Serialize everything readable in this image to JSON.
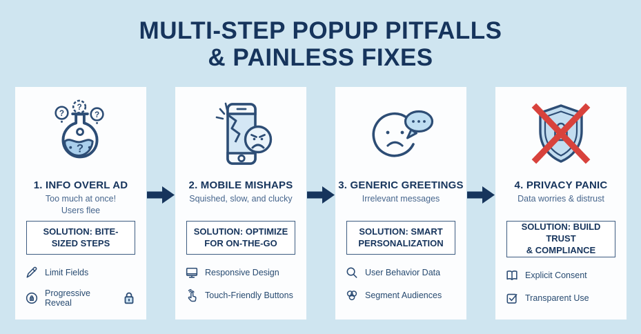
{
  "title": {
    "line1": "MULTI-STEP POPUP PITFALLS",
    "line2": "& PAINLESS FIXES"
  },
  "colors": {
    "background": "#cfe5f0",
    "card": "#fcfdfe",
    "navy": "#16345c",
    "icon_stroke": "#2d4d75",
    "icon_fill_light_blue": "#bfdef2",
    "red_x": "#d8423c"
  },
  "cards": [
    {
      "icon": "flask-questions-icon",
      "heading": "1. INFO OVERL AD",
      "subtitle": "Too much at once!\nUsers flee",
      "solution": "SOLUTION: BITE-\nSIZED STEPS",
      "items": [
        {
          "icon": "pencil-icon",
          "label": "Limit Fields"
        },
        {
          "icon": "lock-circle-icon",
          "label": "Progressive Reveal",
          "trailing_icon": "padlock-icon"
        }
      ]
    },
    {
      "icon": "cracked-phone-angry-face-icon",
      "heading": "2. MOBILE MISHAPS",
      "subtitle": "Squished, slow, and clucky",
      "solution": "SOLUTION: OPTIMIZE\nFOR ON-THE-GO",
      "items": [
        {
          "icon": "monitor-icon",
          "label": "Responsive Design"
        },
        {
          "icon": "touch-hand-icon",
          "label": "Touch-Friendly Buttons"
        }
      ]
    },
    {
      "icon": "sad-face-speech-bubble-icon",
      "heading": "3. GENERIC GREETINGS",
      "subtitle": "Irrelevant messages",
      "solution": "SOLUTION: SMART\nPERSONALIZATION",
      "items": [
        {
          "icon": "magnifier-icon",
          "label": "User Behavior Data"
        },
        {
          "icon": "segment-circles-icon",
          "label": "Segment Audiences"
        }
      ]
    },
    {
      "icon": "crossed-shield-icon",
      "heading": "4. PRIVACY PANIC",
      "subtitle": "Data worries & distrust",
      "solution": "SOLUTION: BUILD TRUST\n& COMPLIANCE",
      "items": [
        {
          "icon": "open-book-icon",
          "label": "Explicit Consent"
        },
        {
          "icon": "checkbox-icon",
          "label": "Transparent Use"
        }
      ]
    }
  ]
}
